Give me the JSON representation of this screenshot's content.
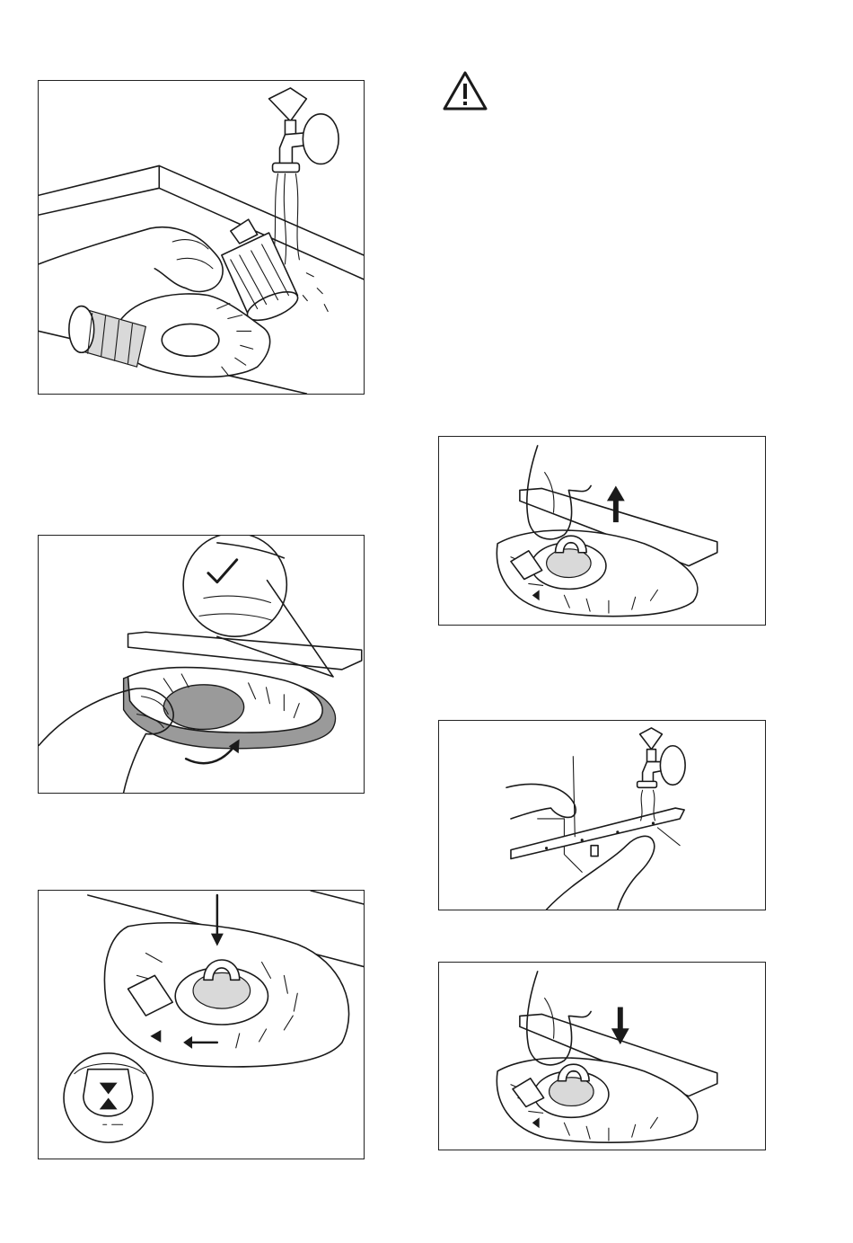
{
  "figures": [
    {
      "id": "fig-1",
      "icon": "rinse-filter-under-tap"
    },
    {
      "id": "fig-2",
      "icon": "place-flat-filter"
    },
    {
      "id": "fig-3",
      "icon": "insert-and-lock-filters"
    },
    {
      "id": "fig-4",
      "icon": "pull-off-lower-spray-arm"
    },
    {
      "id": "fig-5",
      "icon": "clean-spray-arm-holes"
    },
    {
      "id": "fig-6",
      "icon": "push-on-lower-spray-arm"
    }
  ],
  "warning": {
    "icon": "warning-triangle-icon"
  }
}
